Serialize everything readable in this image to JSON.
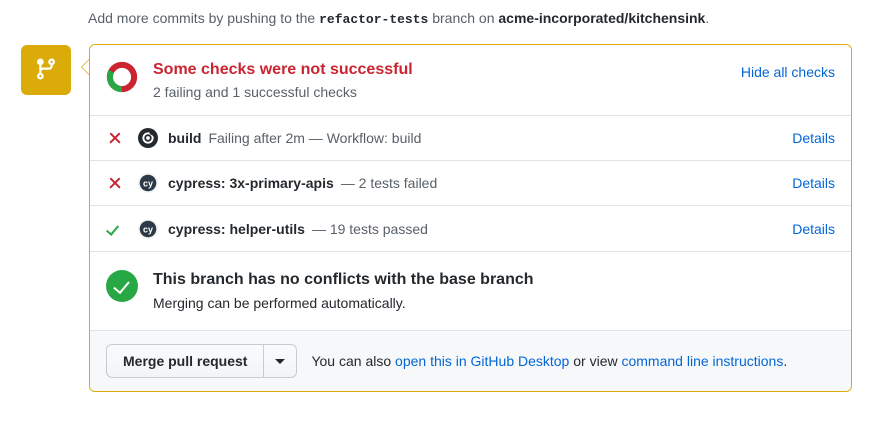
{
  "push_note": {
    "prefix": "Add more commits by pushing to the ",
    "branch": "refactor-tests",
    "middle": " branch on ",
    "repo": "acme-incorporated/kitchensink",
    "suffix": "."
  },
  "timeline_badge": {
    "icon": "git-branch-icon",
    "color": "#dbab09"
  },
  "status": {
    "title": "Some checks were not successful",
    "subtitle": "2 failing and 1 successful checks",
    "hide_all_label": "Hide all checks",
    "title_color": "#cb2431",
    "donut": {
      "success_fraction": 0.333,
      "failure_fraction": 0.667,
      "success_color": "#28a745",
      "failure_color": "#cb2431"
    }
  },
  "checks": [
    {
      "state": "failure",
      "state_icon": "x-icon",
      "avatar_icon": "github-actions-icon",
      "context": "build",
      "description": "Failing after 2m — Workflow: build",
      "details_label": "Details"
    },
    {
      "state": "failure",
      "state_icon": "x-icon",
      "avatar_icon": "cypress-icon",
      "context": "cypress: 3x-primary-apis",
      "description": "— 2 tests failed",
      "details_label": "Details"
    },
    {
      "state": "success",
      "state_icon": "check-icon",
      "avatar_icon": "cypress-icon",
      "context": "cypress: helper-utils",
      "description": "— 19 tests passed",
      "details_label": "Details"
    }
  ],
  "conflicts": {
    "icon": "circle-check-icon",
    "title": "This branch has no conflicts with the base branch",
    "subtitle": "Merging can be performed automatically.",
    "color": "#28a745"
  },
  "footer": {
    "merge_label": "Merge pull request",
    "caret_icon": "chevron-down-icon",
    "text_prefix": "You can also ",
    "link_desktop": "open this in GitHub Desktop",
    "text_middle": " or view ",
    "link_cli": "command line instructions",
    "text_suffix": "."
  },
  "colors": {
    "box_border": "#dbab09",
    "link": "#0366d6",
    "muted_text": "#586069",
    "row_divider": "#e1e4e8",
    "footer_bg": "#f6f8fa"
  }
}
